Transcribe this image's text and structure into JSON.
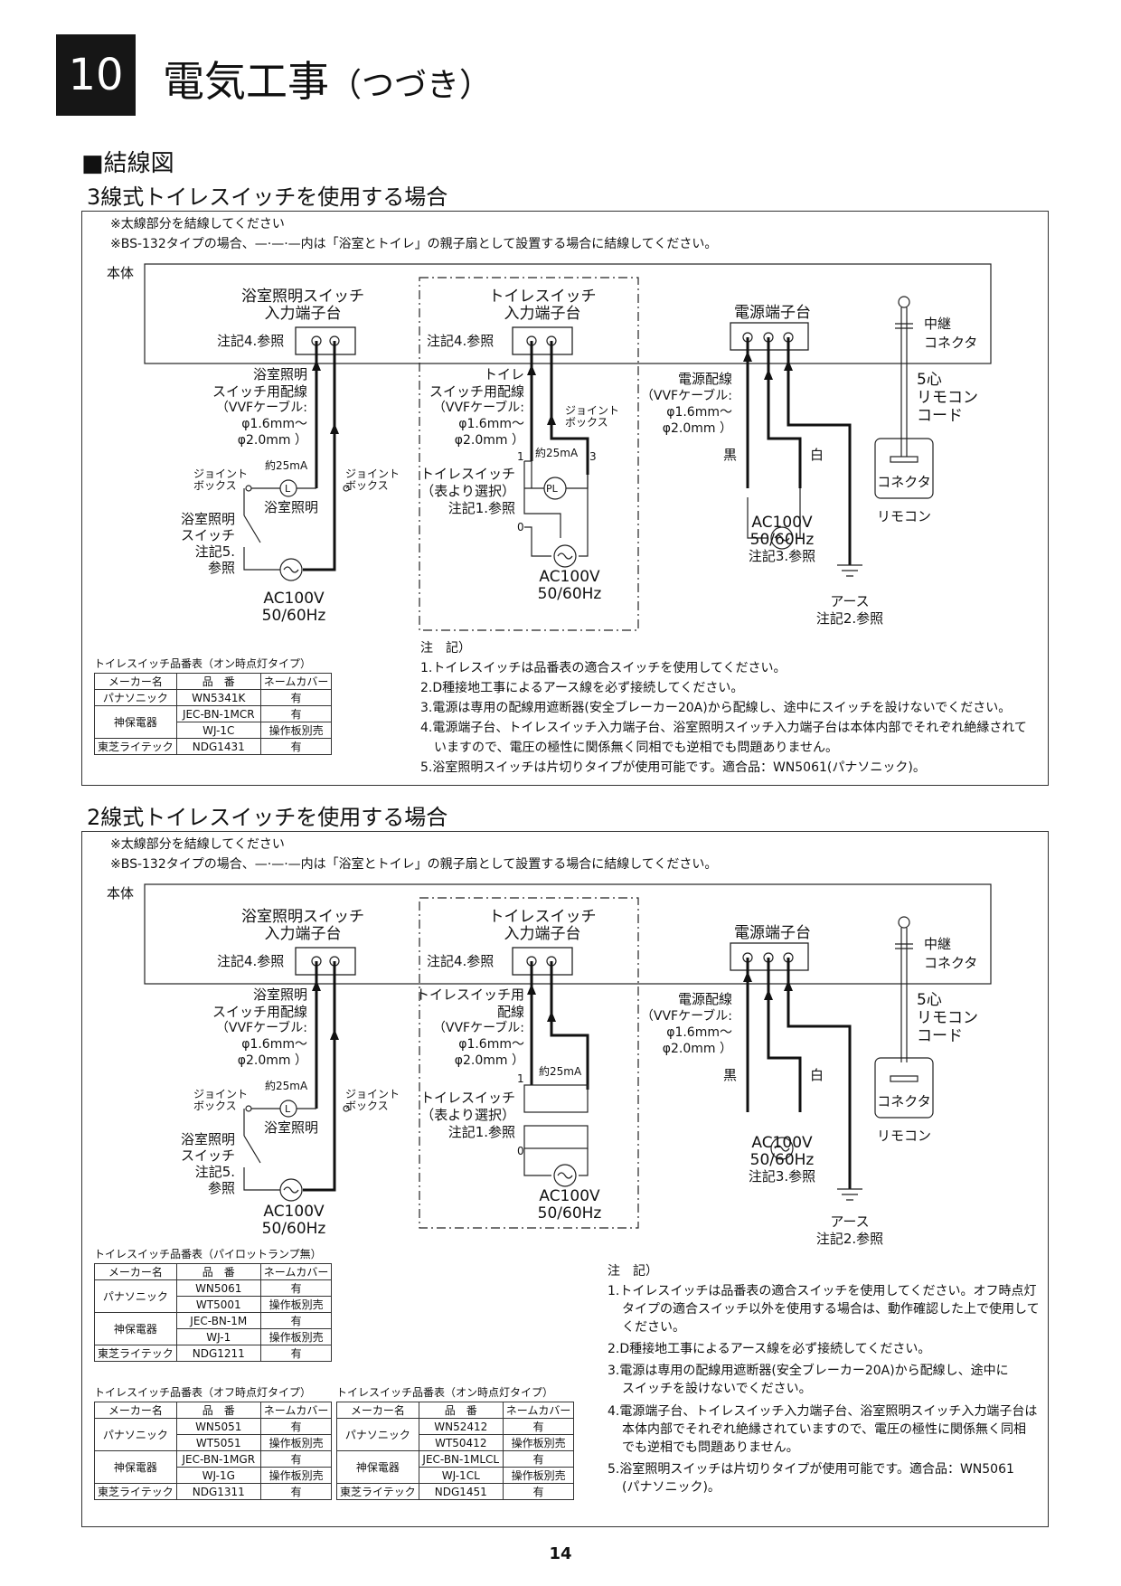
{
  "header": {
    "section_number": "10",
    "title": "電気工事",
    "subtitle": "（つづき）"
  },
  "section_heading": "■結線図",
  "three_wire": {
    "heading": "3線式トイレスイッチを使用する場合",
    "intro": [
      "※太線部分を結線してください",
      "※BS-132タイプの場合、—·—·—内は「浴室とトイレ」の親子扇として設置する場合に結線してください。"
    ],
    "body_label": "本体",
    "bath_terminal": [
      "浴室照明スイッチ",
      "入力端子台"
    ],
    "toilet_terminal": [
      "トイレスイッチ",
      "入力端子台"
    ],
    "power_terminal": "電源端子台",
    "note4_ref": "注記4.参照",
    "relay_connector": [
      "中継",
      "コネクタ"
    ],
    "bath_wiring": [
      "浴室照明",
      "スイッチ用配線",
      "（VVFケーブル:",
      "φ1.6mm～",
      "φ2.0mm ）"
    ],
    "toilet_wiring": [
      "トイレ",
      "スイッチ用配線",
      "（VVFケーブル:",
      "φ1.6mm～",
      "φ2.0mm ）"
    ],
    "joint_box": [
      "ジョイント",
      "ボックス"
    ],
    "current": "約25mA",
    "lamp_symbol": "L",
    "pilot_symbol": "PL",
    "bath_light": "浴室照明",
    "bath_switch": [
      "浴室照明",
      "スイッチ",
      "注記5.",
      "参照"
    ],
    "toilet_switch": [
      "トイレスイッチ",
      "（表より選択）",
      "注記1.参照"
    ],
    "ac": [
      "AC100V",
      "50/60Hz"
    ],
    "ac_power": [
      "AC100V",
      "50/60Hz",
      "注記3.参照"
    ],
    "power_wiring": [
      "電源配線",
      "（VVFケーブル:",
      "φ1.6mm～",
      "φ2.0mm ）"
    ],
    "black": "黒",
    "white": "白",
    "remote_cord": [
      "5心",
      "リモコン",
      "コード"
    ],
    "connector": "コネクタ",
    "remote": "リモコン",
    "earth": [
      "アース",
      "注記2.参照"
    ],
    "terminal_nums": [
      "1",
      "3",
      "0"
    ],
    "table": {
      "caption": "トイレスイッチ品番表（オン時点灯タイプ）",
      "headers": [
        "メーカー名",
        "品　番",
        "ネームカバー"
      ],
      "rows": [
        [
          "パナソニック",
          "WN5341K",
          "有"
        ],
        [
          "神保電器",
          "JEC-BN-1MCR",
          "有"
        ],
        [
          "",
          "WJ-1C",
          "操作板別売"
        ],
        [
          "東芝ライテック",
          "NDG1431",
          "有"
        ]
      ]
    },
    "notes_title": "注　記）",
    "notes": [
      "1.トイレスイッチは品番表の適合スイッチを使用してください。",
      "2.D種接地工事によるアース線を必ず接続してください。",
      "3.電源は専用の配線用遮断器(安全ブレーカー20A)から配線し、途中にスイッチを設けないでください。",
      "4.電源端子台、トイレスイッチ入力端子台、浴室照明スイッチ入力端子台は本体内部でそれぞれ絶縁されて",
      "いますので、電圧の極性に関係無く同相でも逆相でも問題ありません。",
      "5.浴室照明スイッチは片切りタイプが使用可能です。適合品：WN5061(パナソニック)。"
    ]
  },
  "two_wire": {
    "heading": "2線式トイレスイッチを使用する場合",
    "intro": [
      "※太線部分を結線してください",
      "※BS-132タイプの場合、—·—·—内は「浴室とトイレ」の親子扇として設置する場合に結線してください。"
    ],
    "toilet_wiring": [
      "トイレスイッチ用",
      "配線",
      "（VVFケーブル:",
      "φ1.6mm～",
      "φ2.0mm ）"
    ],
    "terminal_nums": [
      "1",
      "0"
    ],
    "table_a": {
      "caption": "トイレスイッチ品番表（パイロットランプ無）",
      "headers": [
        "メーカー名",
        "品　番",
        "ネームカバー"
      ],
      "rows": [
        [
          "パナソニック",
          "WN5061",
          "有"
        ],
        [
          "",
          "WT5001",
          "操作板別売"
        ],
        [
          "神保電器",
          "JEC-BN-1M",
          "有"
        ],
        [
          "",
          "WJ-1",
          "操作板別売"
        ],
        [
          "東芝ライテック",
          "NDG1211",
          "有"
        ]
      ]
    },
    "table_b": {
      "caption": "トイレスイッチ品番表（オフ時点灯タイプ）",
      "headers": [
        "メーカー名",
        "品　番",
        "ネームカバー"
      ],
      "rows": [
        [
          "パナソニック",
          "WN5051",
          "有"
        ],
        [
          "",
          "WT5051",
          "操作板別売"
        ],
        [
          "神保電器",
          "JEC-BN-1MGR",
          "有"
        ],
        [
          "",
          "WJ-1G",
          "操作板別売"
        ],
        [
          "東芝ライテック",
          "NDG1311",
          "有"
        ]
      ]
    },
    "table_c": {
      "caption": "トイレスイッチ品番表（オン時点灯タイプ）",
      "headers": [
        "メーカー名",
        "品　番",
        "ネームカバー"
      ],
      "rows": [
        [
          "パナソニック",
          "WN52412",
          "有"
        ],
        [
          "",
          "WT50412",
          "操作板別売"
        ],
        [
          "神保電器",
          "JEC-BN-1MLCL",
          "有"
        ],
        [
          "",
          "WJ-1CL",
          "操作板別売"
        ],
        [
          "東芝ライテック",
          "NDG1451",
          "有"
        ]
      ]
    },
    "notes_title": "注　記）",
    "notes": [
      "1.トイレスイッチは品番表の適合スイッチを使用してください。オフ時点灯",
      "タイプの適合スイッチ以外を使用する場合は、動作確認した上で使用して",
      "ください。",
      "2.D種接地工事によるアース線を必ず接続してください。",
      "3.電源は専用の配線用遮断器(安全ブレーカー20A)から配線し、途中に",
      "スイッチを設けないでください。",
      "4.電源端子台、トイレスイッチ入力端子台、浴室照明スイッチ入力端子台は",
      "本体内部でそれぞれ絶縁されていますので、電圧の極性に関係無く同相",
      "でも逆相でも問題ありません。",
      "5.浴室照明スイッチは片切りタイプが使用可能です。適合品：WN5061",
      "(パナソニック)。"
    ]
  },
  "page_number": "14"
}
